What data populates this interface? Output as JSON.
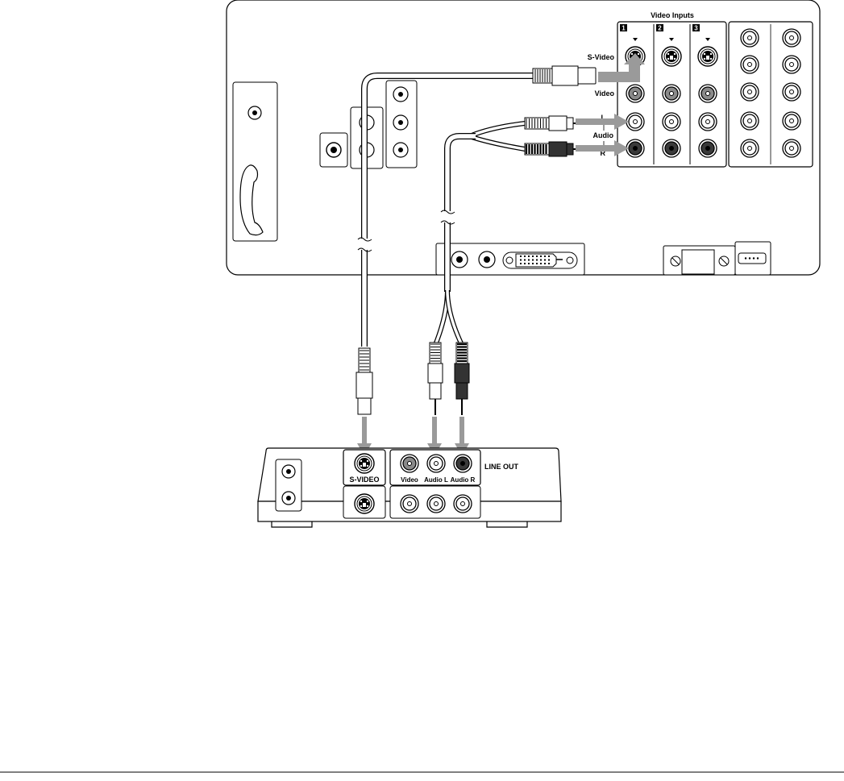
{
  "tv_panel": {
    "video_inputs_title": "Video Inputs",
    "input_numbers": [
      "1",
      "2",
      "3"
    ],
    "row_labels": {
      "s_video": "S-Video",
      "video": "Video",
      "audio_l": "L",
      "audio": "Audio",
      "audio_r": "R"
    }
  },
  "source_device": {
    "s_video_label": "S-VIDEO",
    "jack_labels": [
      "Video",
      "Audio L",
      "Audio R"
    ],
    "line_out_label": "LINE OUT"
  },
  "colors": {
    "outline": "#000000",
    "arrow": "#9a9a9a",
    "jack_red": "#3a3a3a",
    "jack_video_ring": "#8a8a8a"
  }
}
